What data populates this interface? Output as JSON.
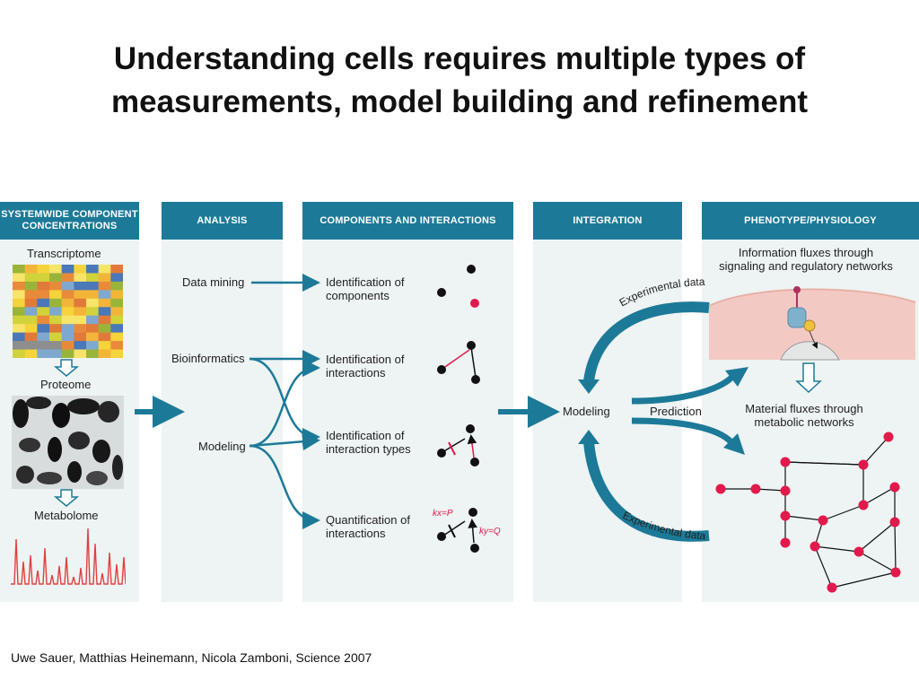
{
  "slide": {
    "title_line1": "Understanding cells requires multiple types of",
    "title_line2": "measurements, model building and refinement",
    "citation": "Uwe Sauer, Matthias Heinemann, Nicola Zamboni, Science 2007"
  },
  "columns": {
    "c1": {
      "header_line1": "SYSTEMWIDE COMPONENT",
      "header_line2": "CONCENTRATIONS"
    },
    "c2": {
      "header": "ANALYSIS"
    },
    "c3": {
      "header": "COMPONENTS AND INTERACTIONS"
    },
    "c4": {
      "header": "INTEGRATION"
    },
    "c5": {
      "header": "PHENOTYPE/PHYSIOLOGY"
    }
  },
  "measurements": {
    "transcriptome": "Transcriptome",
    "proteome": "Proteome",
    "metabolome": "Metabolome"
  },
  "analysis": {
    "data_mining": "Data mining",
    "bioinformatics": "Bioinformatics",
    "modeling": "Modeling"
  },
  "components": {
    "identification_components_1": "Identification of",
    "identification_components_2": "components",
    "identification_interactions_1": "Identification of",
    "identification_interactions_2": "interactions",
    "interaction_types_1": "Identification of",
    "interaction_types_2": "interaction types",
    "quantification_1": "Quantification of",
    "quantification_2": "interactions",
    "param_p": "kx=P",
    "param_q": "ky=Q"
  },
  "integration": {
    "modeling": "Modeling",
    "prediction": "Prediction",
    "experimental_data_top": "Experimental data",
    "experimental_data_bottom": "Experimental data"
  },
  "phenotype": {
    "info_flux_1": "Information fluxes through",
    "info_flux_2": "signaling and regulatory networks",
    "material_flux_1": "Material fluxes through",
    "material_flux_2": "metabolic networks"
  },
  "colors": {
    "header": "#1c7a98",
    "panel": "#eef3f3",
    "arrow": "#1c7a98",
    "node_red": "#e2194b",
    "node_black": "#111111"
  }
}
